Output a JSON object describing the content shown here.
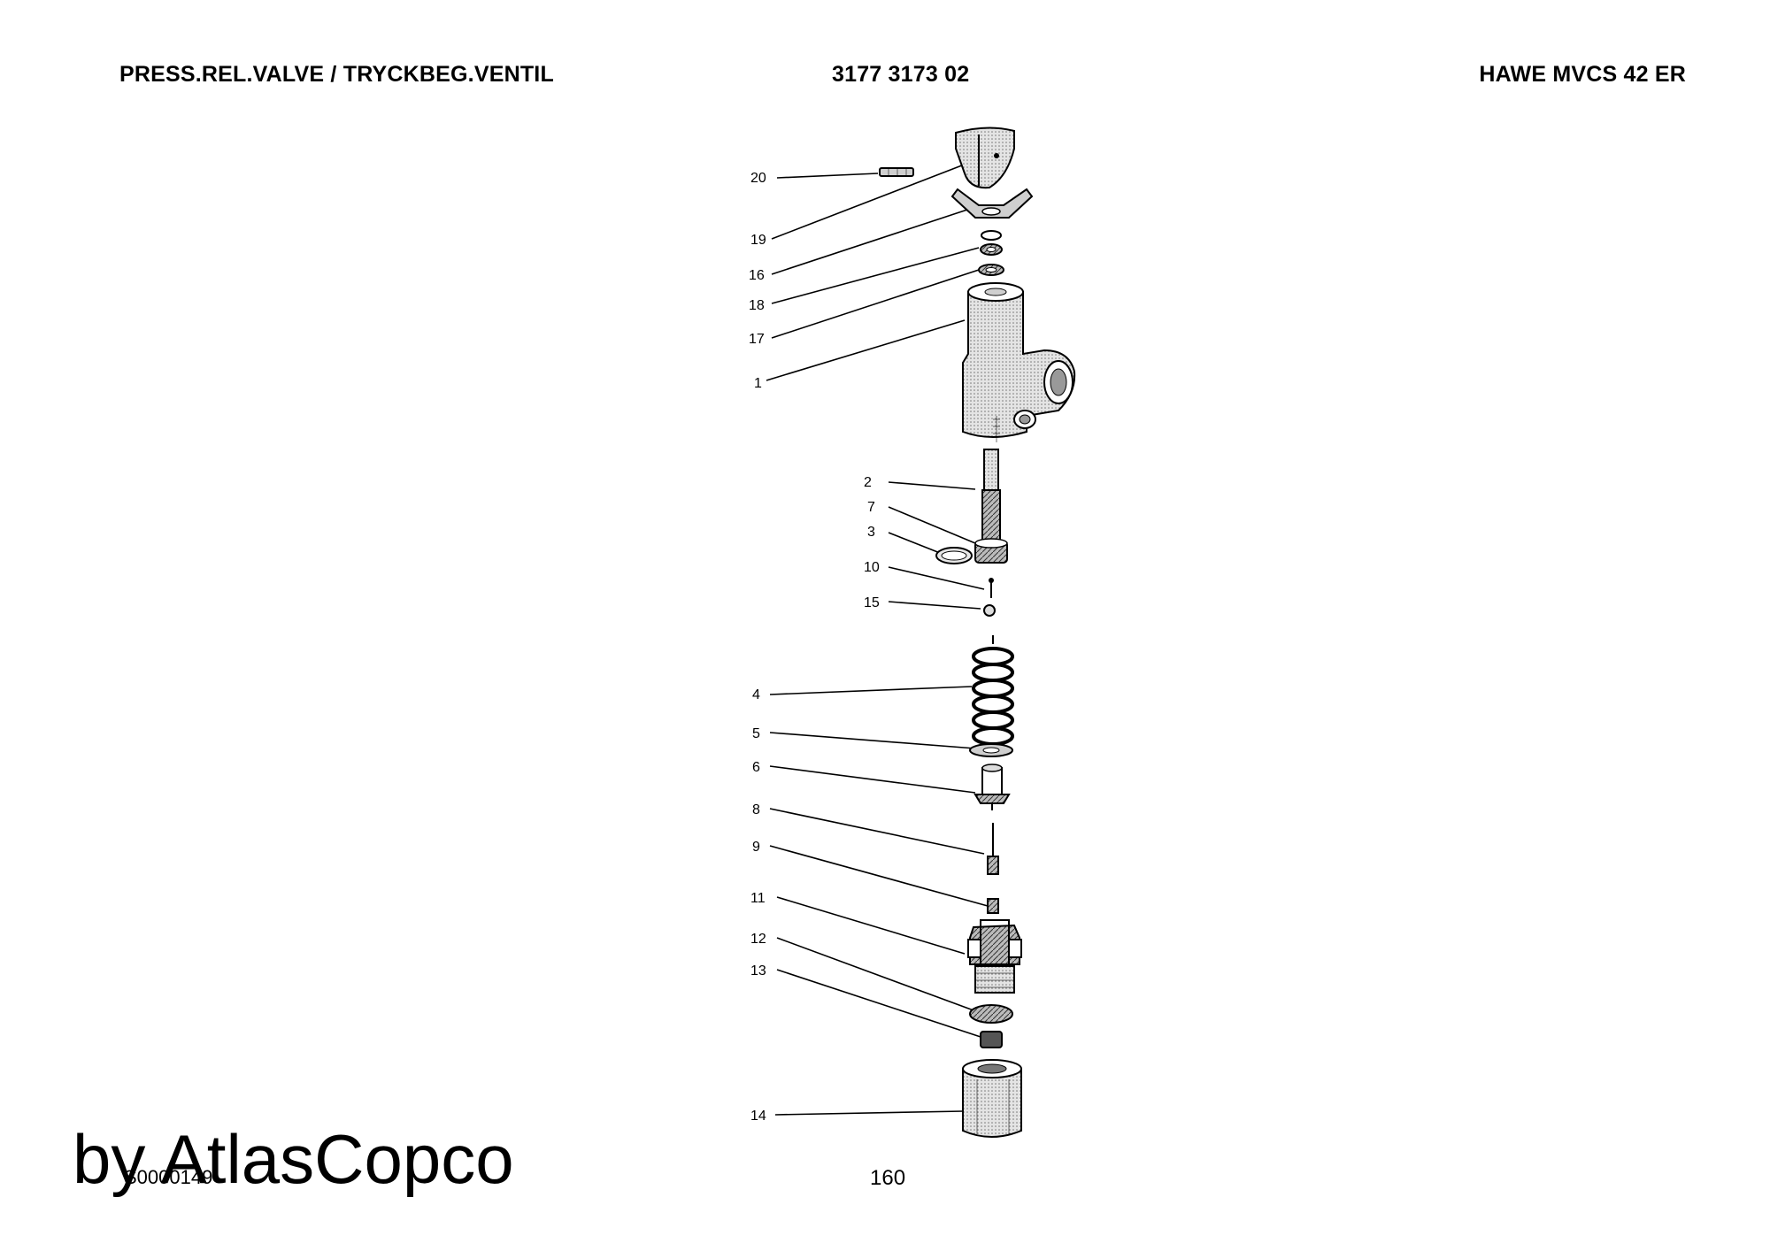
{
  "header": {
    "left_title": "PRESS.REL.VALVE / TRYCKBEG.VENTIL",
    "part_number": "3177 3173 02",
    "model": "HAWE MVCS 42 ER"
  },
  "callouts": [
    "20",
    "19",
    "16",
    "18",
    "17",
    "1",
    "2",
    "7",
    "3",
    "10",
    "15",
    "4",
    "5",
    "6",
    "8",
    "9",
    "11",
    "12",
    "13",
    "14"
  ],
  "footer": {
    "doc_code": "S0000149",
    "page_number": "160",
    "watermark": "by AtlasCopco"
  }
}
